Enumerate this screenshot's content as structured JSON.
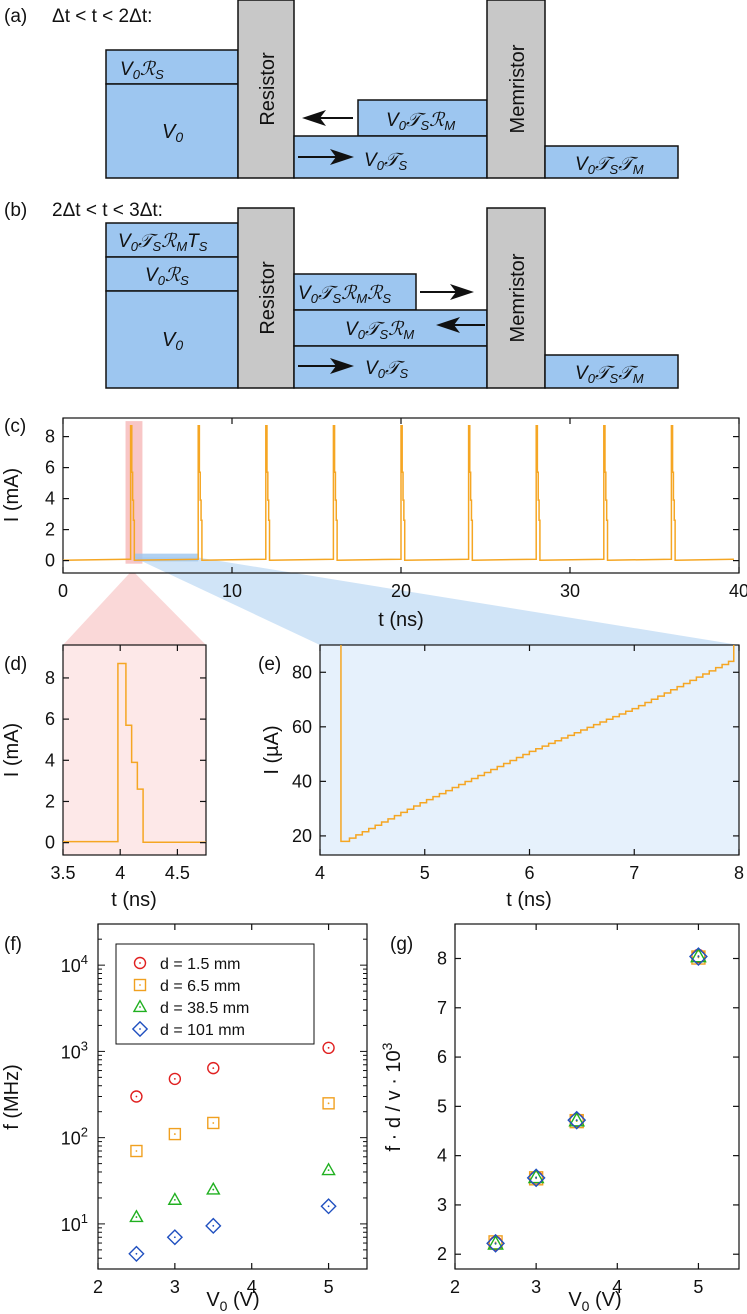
{
  "colors": {
    "block_fill": "#9dc6f0",
    "element_fill": "#c8c8c8",
    "trace": "#f5a623",
    "zoom_red": "#f8c8c8",
    "zoom_blue": "#bcd8f4",
    "d1": "#e02020",
    "d2": "#f0a020",
    "d3": "#20b020",
    "d4": "#2050c0"
  },
  "panels": {
    "a": {
      "label": "(a)",
      "condition": "Δt < t < 2Δt:",
      "resistor": "Resistor",
      "memristor": "Memristor",
      "blocks": [
        "V0RS",
        "V0",
        "V0TSRM",
        "V0TS",
        "V0TSTM"
      ]
    },
    "b": {
      "label": "(b)",
      "condition": "2Δt < t < 3Δt:",
      "resistor": "Resistor",
      "memristor": "Memristor",
      "blocks": [
        "V0TSRMTS",
        "V0RS",
        "V0",
        "V0TSRMRS",
        "V0TSRM",
        "V0TS",
        "V0TSTM"
      ]
    },
    "c": {
      "label": "(c)"
    },
    "d": {
      "label": "(d)"
    },
    "e": {
      "label": "(e)"
    },
    "f": {
      "label": "(f)"
    },
    "g": {
      "label": "(g)"
    }
  },
  "chart_data": [
    {
      "id": "c",
      "type": "line",
      "xlabel": "t (ns)",
      "ylabel": "I (mA)",
      "xlim": [
        0,
        40
      ],
      "ylim": [
        -0.8,
        9.2
      ],
      "xticks": [
        0,
        10,
        20,
        30,
        40
      ],
      "yticks": [
        0,
        2,
        4,
        6,
        8
      ],
      "pulse_times_ns": [
        4,
        8,
        12,
        16,
        20,
        24,
        28,
        32,
        36
      ],
      "pulse_peak_mA": 8.7,
      "baseline_mA_range": [
        0.02,
        0.09
      ],
      "highlight_red_ns": [
        3.7,
        4.7
      ],
      "highlight_blue_ns": [
        4.2,
        8
      ]
    },
    {
      "id": "d",
      "type": "line",
      "xlabel": "t (ns)",
      "ylabel": "I (mA)",
      "xlim": [
        3.5,
        4.75
      ],
      "ylim": [
        -0.6,
        9.6
      ],
      "xticks": [
        3.5,
        4.0,
        4.5
      ],
      "yticks": [
        0,
        2,
        4,
        6,
        8
      ],
      "x": [
        3.5,
        3.98,
        3.98,
        4.05,
        4.05,
        4.1,
        4.1,
        4.15,
        4.15,
        4.2,
        4.2,
        4.75
      ],
      "y": [
        0.05,
        0.05,
        8.7,
        8.7,
        5.7,
        5.7,
        3.9,
        3.9,
        2.6,
        2.6,
        0.02,
        0.02
      ]
    },
    {
      "id": "e",
      "type": "line",
      "xlabel": "t (ns)",
      "ylabel": "I (µA)",
      "xlim": [
        4,
        8
      ],
      "ylim": [
        13,
        90
      ],
      "xticks": [
        4,
        5,
        6,
        7,
        8
      ],
      "yticks": [
        20,
        40,
        60,
        80
      ],
      "x": [
        4.2,
        4.22,
        5.0,
        6.0,
        7.0,
        7.9,
        7.95
      ],
      "y": [
        90,
        18,
        33,
        51,
        67,
        84,
        90
      ]
    },
    {
      "id": "f",
      "type": "scatter",
      "xlabel": "V0 (V)",
      "ylabel": "f (MHz)",
      "yscale": "log",
      "xlim": [
        2,
        5.5
      ],
      "ylim": [
        3,
        30000
      ],
      "xticks": [
        2,
        3,
        4,
        5
      ],
      "x": [
        2.5,
        3,
        3.5,
        5
      ],
      "series": [
        {
          "name": "d = 1.5 mm",
          "values": [
            300,
            480,
            640,
            1100
          ]
        },
        {
          "name": "d = 6.5 mm",
          "values": [
            70,
            110,
            148,
            250
          ]
        },
        {
          "name": "d = 38.5 mm",
          "values": [
            12,
            19,
            25,
            42
          ]
        },
        {
          "name": "d = 101 mm",
          "values": [
            4.5,
            7,
            9.5,
            16
          ]
        }
      ]
    },
    {
      "id": "g",
      "type": "scatter",
      "xlabel": "V0 (V)",
      "ylabel": "f · d / v · 10^3",
      "xlim": [
        2,
        5.5
      ],
      "ylim": [
        1.7,
        8.7
      ],
      "xticks": [
        2,
        3,
        4,
        5
      ],
      "yticks": [
        2,
        3,
        4,
        5,
        6,
        7,
        8
      ],
      "x": [
        2.5,
        3,
        3.5,
        5
      ],
      "series": [
        {
          "name": "d = 1.5 mm",
          "values": [
            2.22,
            3.55,
            4.72,
            8.05
          ]
        },
        {
          "name": "d = 6.5 mm",
          "values": [
            2.24,
            3.54,
            4.7,
            8.02
          ]
        },
        {
          "name": "d = 38.5 mm",
          "values": [
            2.21,
            3.56,
            4.71,
            8.04
          ]
        },
        {
          "name": "d = 101 mm",
          "values": [
            2.22,
            3.55,
            4.72,
            8.04
          ]
        }
      ]
    }
  ]
}
